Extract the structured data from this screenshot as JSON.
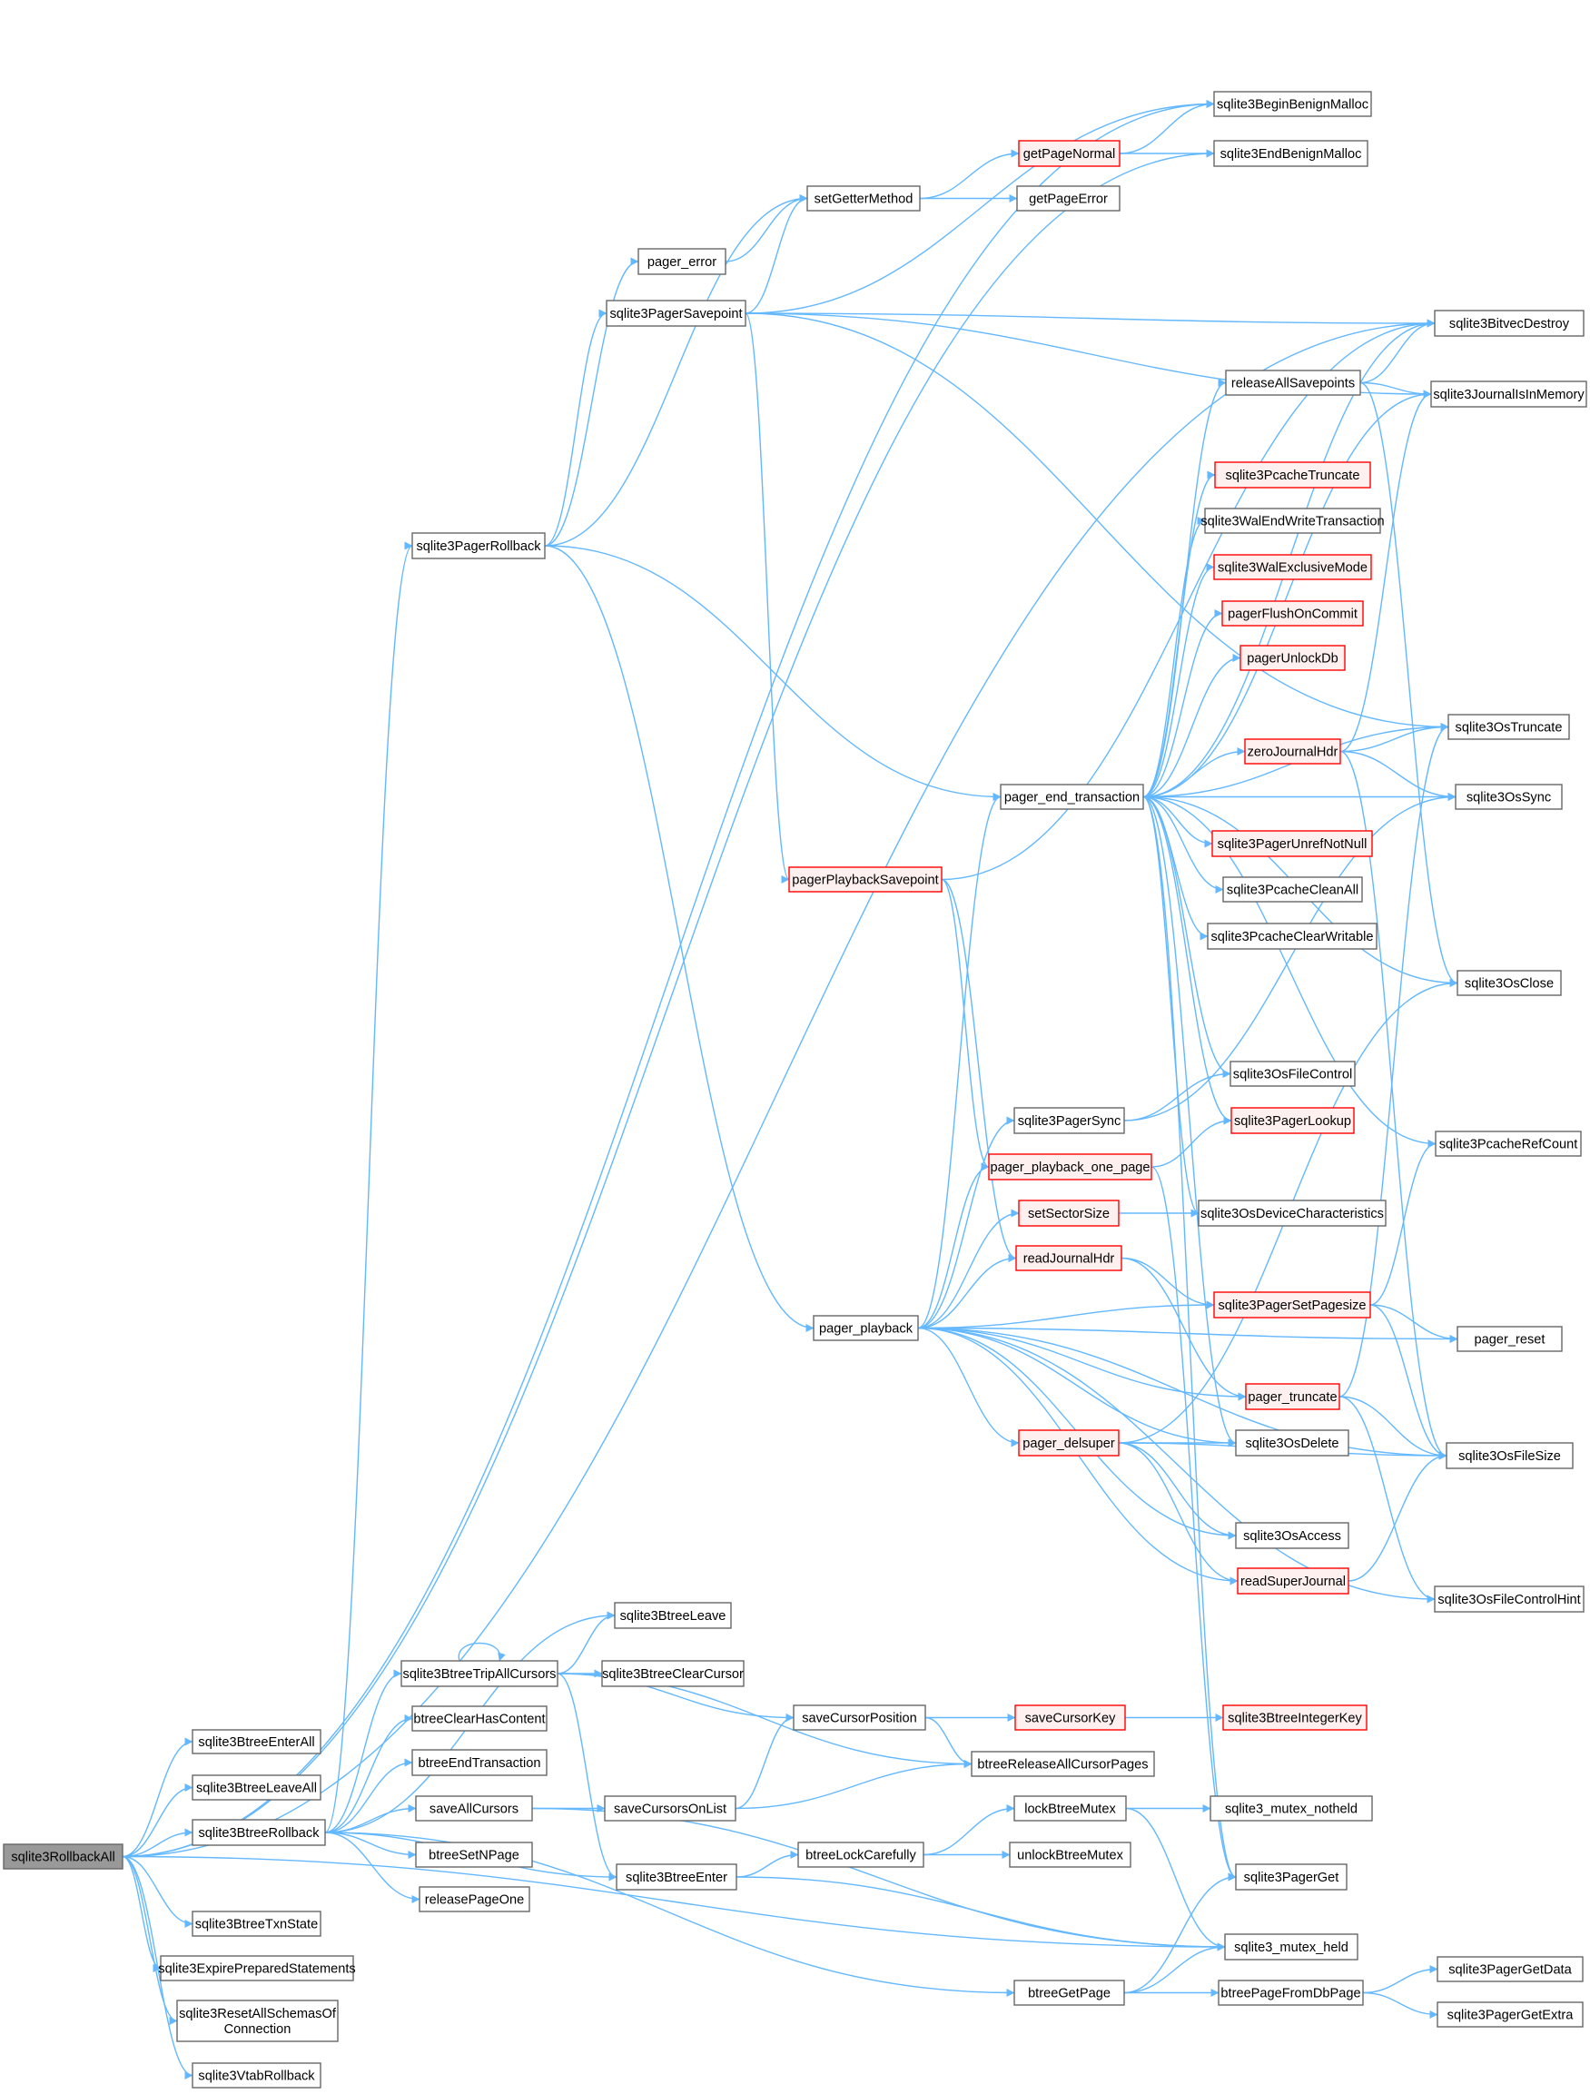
{
  "colors": {
    "edge": "#63b8ff",
    "root_fill": "#999999",
    "root_border": "#666666",
    "plain_border": "#666666",
    "red_border": "#ff0000",
    "red_fill": "#fff0f0",
    "plain_fill": "#ffffff"
  },
  "nodes": [
    {
      "id": "root",
      "label": [
        "sqlite3RollbackAll"
      ],
      "style": "root"
    },
    {
      "id": "btEnterAll",
      "label": [
        "sqlite3BtreeEnterAll"
      ],
      "style": "plain"
    },
    {
      "id": "btLeaveAll",
      "label": [
        "sqlite3BtreeLeaveAll"
      ],
      "style": "plain"
    },
    {
      "id": "btRollback",
      "label": [
        "sqlite3BtreeRollback"
      ],
      "style": "plain"
    },
    {
      "id": "btTxnState",
      "label": [
        "sqlite3BtreeTxnState"
      ],
      "style": "plain"
    },
    {
      "id": "expirePrep",
      "label": [
        "sqlite3ExpirePreparedStatements"
      ],
      "style": "plain"
    },
    {
      "id": "resetSchemas",
      "label": [
        "sqlite3ResetAllSchemasOf",
        "Connection"
      ],
      "style": "plain"
    },
    {
      "id": "vtabRollback",
      "label": [
        "sqlite3VtabRollback"
      ],
      "style": "plain"
    },
    {
      "id": "pagerRollback",
      "label": [
        "sqlite3PagerRollback"
      ],
      "style": "plain"
    },
    {
      "id": "tripAll",
      "label": [
        "sqlite3BtreeTripAllCursors"
      ],
      "style": "plain"
    },
    {
      "id": "btreeLeave",
      "label": [
        "sqlite3BtreeLeave"
      ],
      "style": "plain"
    },
    {
      "id": "clearCursor",
      "label": [
        "sqlite3BtreeClearCursor"
      ],
      "style": "plain"
    },
    {
      "id": "clearHas",
      "label": [
        "btreeClearHasContent"
      ],
      "style": "plain"
    },
    {
      "id": "endTrans",
      "label": [
        "btreeEndTransaction"
      ],
      "style": "plain"
    },
    {
      "id": "saveAll",
      "label": [
        "saveAllCursors"
      ],
      "style": "plain"
    },
    {
      "id": "setNPage",
      "label": [
        "btreeSetNPage"
      ],
      "style": "plain"
    },
    {
      "id": "releasePg1",
      "label": [
        "releasePageOne"
      ],
      "style": "plain"
    },
    {
      "id": "btEnter",
      "label": [
        "sqlite3BtreeEnter"
      ],
      "style": "plain"
    },
    {
      "id": "saveOnList",
      "label": [
        "saveCursorsOnList"
      ],
      "style": "plain"
    },
    {
      "id": "saveCurPos",
      "label": [
        "saveCursorPosition"
      ],
      "style": "plain"
    },
    {
      "id": "saveCurKey",
      "label": [
        "saveCursorKey"
      ],
      "style": "red"
    },
    {
      "id": "intKey",
      "label": [
        "sqlite3BtreeIntegerKey"
      ],
      "style": "red"
    },
    {
      "id": "relAllPages",
      "label": [
        "btreeReleaseAllCursorPages"
      ],
      "style": "plain"
    },
    {
      "id": "lockCare",
      "label": [
        "btreeLockCarefully"
      ],
      "style": "plain"
    },
    {
      "id": "lockMutex",
      "label": [
        "lockBtreeMutex"
      ],
      "style": "plain"
    },
    {
      "id": "unlockMutex",
      "label": [
        "unlockBtreeMutex"
      ],
      "style": "plain"
    },
    {
      "id": "notheld",
      "label": [
        "sqlite3_mutex_notheld"
      ],
      "style": "plain"
    },
    {
      "id": "pagerGet",
      "label": [
        "sqlite3PagerGet"
      ],
      "style": "plain"
    },
    {
      "id": "held",
      "label": [
        "sqlite3_mutex_held"
      ],
      "style": "plain"
    },
    {
      "id": "getPage",
      "label": [
        "btreeGetPage"
      ],
      "style": "plain"
    },
    {
      "id": "pageFromDb",
      "label": [
        "btreePageFromDbPage"
      ],
      "style": "plain"
    },
    {
      "id": "getData",
      "label": [
        "sqlite3PagerGetData"
      ],
      "style": "plain"
    },
    {
      "id": "getExtra",
      "label": [
        "sqlite3PagerGetExtra"
      ],
      "style": "plain"
    },
    {
      "id": "pagerError",
      "label": [
        "pager_error"
      ],
      "style": "plain"
    },
    {
      "id": "pagerSave",
      "label": [
        "sqlite3PagerSavepoint"
      ],
      "style": "plain"
    },
    {
      "id": "setGetter",
      "label": [
        "setGetterMethod"
      ],
      "style": "plain"
    },
    {
      "id": "getPageNormal",
      "label": [
        "getPageNormal"
      ],
      "style": "red"
    },
    {
      "id": "getPageError",
      "label": [
        "getPageError"
      ],
      "style": "plain"
    },
    {
      "id": "beginBenign",
      "label": [
        "sqlite3BeginBenignMalloc"
      ],
      "style": "plain"
    },
    {
      "id": "endBenign",
      "label": [
        "sqlite3EndBenignMalloc"
      ],
      "style": "plain"
    },
    {
      "id": "bitvecDestroy",
      "label": [
        "sqlite3BitvecDestroy"
      ],
      "style": "plain"
    },
    {
      "id": "journalInMem",
      "label": [
        "sqlite3JournalIsInMemory"
      ],
      "style": "plain"
    },
    {
      "id": "relAllSave",
      "label": [
        "releaseAllSavepoints"
      ],
      "style": "plain"
    },
    {
      "id": "pcacheTrunc",
      "label": [
        "sqlite3PcacheTruncate"
      ],
      "style": "red"
    },
    {
      "id": "walEndWrite",
      "label": [
        "sqlite3WalEndWriteTransaction"
      ],
      "style": "plain"
    },
    {
      "id": "walExcl",
      "label": [
        "sqlite3WalExclusiveMode"
      ],
      "style": "red"
    },
    {
      "id": "flushOnCommit",
      "label": [
        "pagerFlushOnCommit"
      ],
      "style": "red"
    },
    {
      "id": "unlockDb",
      "label": [
        "pagerUnlockDb"
      ],
      "style": "red"
    },
    {
      "id": "osTruncate",
      "label": [
        "sqlite3OsTruncate"
      ],
      "style": "plain"
    },
    {
      "id": "zeroJournal",
      "label": [
        "zeroJournalHdr"
      ],
      "style": "red"
    },
    {
      "id": "pagerEndTrans",
      "label": [
        "pager_end_transaction"
      ],
      "style": "plain"
    },
    {
      "id": "osSync",
      "label": [
        "sqlite3OsSync"
      ],
      "style": "plain"
    },
    {
      "id": "pagerPlaySave",
      "label": [
        "pagerPlaybackSavepoint"
      ],
      "style": "red"
    },
    {
      "id": "unrefNotNull",
      "label": [
        "sqlite3PagerUnrefNotNull"
      ],
      "style": "red"
    },
    {
      "id": "pcacheCleanAll",
      "label": [
        "sqlite3PcacheCleanAll"
      ],
      "style": "plain"
    },
    {
      "id": "pcacheClearW",
      "label": [
        "sqlite3PcacheClearWritable"
      ],
      "style": "plain"
    },
    {
      "id": "osClose",
      "label": [
        "sqlite3OsClose"
      ],
      "style": "plain"
    },
    {
      "id": "osFileCtrl",
      "label": [
        "sqlite3OsFileControl"
      ],
      "style": "plain"
    },
    {
      "id": "pagerSync",
      "label": [
        "sqlite3PagerSync"
      ],
      "style": "plain"
    },
    {
      "id": "pagerLookup",
      "label": [
        "sqlite3PagerLookup"
      ],
      "style": "red"
    },
    {
      "id": "refCount",
      "label": [
        "sqlite3PcacheRefCount"
      ],
      "style": "plain"
    },
    {
      "id": "playOnePage",
      "label": [
        "pager_playback_one_page"
      ],
      "style": "red"
    },
    {
      "id": "setSector",
      "label": [
        "setSectorSize"
      ],
      "style": "red"
    },
    {
      "id": "devChar",
      "label": [
        "sqlite3OsDeviceCharacteristics"
      ],
      "style": "plain"
    },
    {
      "id": "readJHdr",
      "label": [
        "readJournalHdr"
      ],
      "style": "red"
    },
    {
      "id": "pagerPlayback",
      "label": [
        "pager_playback"
      ],
      "style": "plain"
    },
    {
      "id": "setPagesize",
      "label": [
        "sqlite3PagerSetPagesize"
      ],
      "style": "red"
    },
    {
      "id": "pagerReset",
      "label": [
        "pager_reset"
      ],
      "style": "plain"
    },
    {
      "id": "pagerTrunc",
      "label": [
        "pager_truncate"
      ],
      "style": "red"
    },
    {
      "id": "delsuper",
      "label": [
        "pager_delsuper"
      ],
      "style": "red"
    },
    {
      "id": "osDelete",
      "label": [
        "sqlite3OsDelete"
      ],
      "style": "plain"
    },
    {
      "id": "osFileSize",
      "label": [
        "sqlite3OsFileSize"
      ],
      "style": "plain"
    },
    {
      "id": "osAccess",
      "label": [
        "sqlite3OsAccess"
      ],
      "style": "plain"
    },
    {
      "id": "readSuper",
      "label": [
        "readSuperJournal"
      ],
      "style": "red"
    },
    {
      "id": "fileCtrlHint",
      "label": [
        "sqlite3OsFileControlHint"
      ],
      "style": "plain"
    }
  ],
  "edges": [
    [
      "root",
      "btEnterAll"
    ],
    [
      "root",
      "btLeaveAll"
    ],
    [
      "root",
      "btRollback"
    ],
    [
      "root",
      "btTxnState"
    ],
    [
      "root",
      "expirePrep"
    ],
    [
      "root",
      "resetSchemas"
    ],
    [
      "root",
      "vtabRollback"
    ],
    [
      "root",
      "beginBenign"
    ],
    [
      "root",
      "endBenign"
    ],
    [
      "root",
      "bitvecDestroy"
    ],
    [
      "root",
      "held"
    ],
    [
      "btRollback",
      "pagerRollback"
    ],
    [
      "btRollback",
      "tripAll"
    ],
    [
      "btRollback",
      "btreeLeave"
    ],
    [
      "btRollback",
      "clearHas"
    ],
    [
      "btRollback",
      "endTrans"
    ],
    [
      "btRollback",
      "saveAll"
    ],
    [
      "btRollback",
      "setNPage"
    ],
    [
      "btRollback",
      "releasePg1"
    ],
    [
      "btRollback",
      "btEnter"
    ],
    [
      "btRollback",
      "getPage"
    ],
    [
      "tripAll",
      "tripAll"
    ],
    [
      "tripAll",
      "btreeLeave"
    ],
    [
      "tripAll",
      "clearCursor"
    ],
    [
      "tripAll",
      "saveCurPos"
    ],
    [
      "tripAll",
      "relAllPages"
    ],
    [
      "tripAll",
      "btEnter"
    ],
    [
      "saveAll",
      "saveOnList"
    ],
    [
      "saveAll",
      "held"
    ],
    [
      "saveOnList",
      "saveCurPos"
    ],
    [
      "saveOnList",
      "relAllPages"
    ],
    [
      "saveCurPos",
      "saveCurKey"
    ],
    [
      "saveCurPos",
      "relAllPages"
    ],
    [
      "saveCurKey",
      "intKey"
    ],
    [
      "btEnter",
      "lockCare"
    ],
    [
      "btEnter",
      "held"
    ],
    [
      "lockCare",
      "lockMutex"
    ],
    [
      "lockCare",
      "unlockMutex"
    ],
    [
      "lockMutex",
      "notheld"
    ],
    [
      "lockMutex",
      "held"
    ],
    [
      "getPage",
      "pagerGet"
    ],
    [
      "getPage",
      "held"
    ],
    [
      "getPage",
      "pageFromDb"
    ],
    [
      "pageFromDb",
      "getData"
    ],
    [
      "pageFromDb",
      "getExtra"
    ],
    [
      "pagerRollback",
      "pagerError"
    ],
    [
      "pagerRollback",
      "setGetter"
    ],
    [
      "pagerRollback",
      "pagerSave"
    ],
    [
      "pagerRollback",
      "pagerEndTrans"
    ],
    [
      "pagerRollback",
      "pagerPlayback"
    ],
    [
      "pagerError",
      "setGetter"
    ],
    [
      "pagerSave",
      "setGetter"
    ],
    [
      "pagerSave",
      "beginBenign"
    ],
    [
      "pagerSave",
      "bitvecDestroy"
    ],
    [
      "pagerSave",
      "journalInMem"
    ],
    [
      "pagerSave",
      "osTruncate"
    ],
    [
      "pagerSave",
      "pagerPlaySave"
    ],
    [
      "setGetter",
      "getPageNormal"
    ],
    [
      "setGetter",
      "getPageError"
    ],
    [
      "getPageNormal",
      "beginBenign"
    ],
    [
      "getPageNormal",
      "endBenign"
    ],
    [
      "pagerEndTrans",
      "bitvecDestroy"
    ],
    [
      "pagerEndTrans",
      "relAllSave"
    ],
    [
      "pagerEndTrans",
      "journalInMem"
    ],
    [
      "pagerEndTrans",
      "pcacheTrunc"
    ],
    [
      "pagerEndTrans",
      "walEndWrite"
    ],
    [
      "pagerEndTrans",
      "walExcl"
    ],
    [
      "pagerEndTrans",
      "flushOnCommit"
    ],
    [
      "pagerEndTrans",
      "unlockDb"
    ],
    [
      "pagerEndTrans",
      "zeroJournal"
    ],
    [
      "pagerEndTrans",
      "osTruncate"
    ],
    [
      "pagerEndTrans",
      "osSync"
    ],
    [
      "pagerEndTrans",
      "unrefNotNull"
    ],
    [
      "pagerEndTrans",
      "pcacheCleanAll"
    ],
    [
      "pagerEndTrans",
      "pcacheClearW"
    ],
    [
      "pagerEndTrans",
      "osClose"
    ],
    [
      "pagerEndTrans",
      "osFileCtrl"
    ],
    [
      "pagerEndTrans",
      "pagerLookup"
    ],
    [
      "pagerEndTrans",
      "refCount"
    ],
    [
      "pagerEndTrans",
      "devChar"
    ],
    [
      "pagerEndTrans",
      "osDelete"
    ],
    [
      "pagerEndTrans",
      "pagerGet"
    ],
    [
      "relAllSave",
      "bitvecDestroy"
    ],
    [
      "relAllSave",
      "journalInMem"
    ],
    [
      "relAllSave",
      "osClose"
    ],
    [
      "zeroJournal",
      "osTruncate"
    ],
    [
      "zeroJournal",
      "osSync"
    ],
    [
      "zeroJournal",
      "journalInMem"
    ],
    [
      "zeroJournal",
      "osFileSize"
    ],
    [
      "pagerPlaySave",
      "bitvecDestroy"
    ],
    [
      "pagerPlaySave",
      "playOnePage"
    ],
    [
      "pagerPlaySave",
      "readJHdr"
    ],
    [
      "pagerPlayback",
      "pagerEndTrans"
    ],
    [
      "pagerPlayback",
      "pagerSync"
    ],
    [
      "pagerPlayback",
      "playOnePage"
    ],
    [
      "pagerPlayback",
      "setSector"
    ],
    [
      "pagerPlayback",
      "readJHdr"
    ],
    [
      "pagerPlayback",
      "setPagesize"
    ],
    [
      "pagerPlayback",
      "pagerReset"
    ],
    [
      "pagerPlayback",
      "pagerTrunc"
    ],
    [
      "pagerPlayback",
      "delsuper"
    ],
    [
      "pagerPlayback",
      "osDelete"
    ],
    [
      "pagerPlayback",
      "osAccess"
    ],
    [
      "pagerPlayback",
      "readSuper"
    ],
    [
      "pagerPlayback",
      "osFileSize"
    ],
    [
      "pagerPlayback",
      "fileCtrlHint"
    ],
    [
      "pagerSync",
      "osFileCtrl"
    ],
    [
      "pagerSync",
      "osSync"
    ],
    [
      "playOnePage",
      "pagerLookup"
    ],
    [
      "playOnePage",
      "pagerGet"
    ],
    [
      "setSector",
      "devChar"
    ],
    [
      "readJHdr",
      "setPagesize"
    ],
    [
      "readJHdr",
      "pagerTrunc"
    ],
    [
      "setPagesize",
      "pagerReset"
    ],
    [
      "setPagesize",
      "osFileSize"
    ],
    [
      "setPagesize",
      "refCount"
    ],
    [
      "pagerTrunc",
      "osFileSize"
    ],
    [
      "pagerTrunc",
      "osTruncate"
    ],
    [
      "pagerTrunc",
      "fileCtrlHint"
    ],
    [
      "delsuper",
      "osDelete"
    ],
    [
      "delsuper",
      "osFileSize"
    ],
    [
      "delsuper",
      "osAccess"
    ],
    [
      "delsuper",
      "readSuper"
    ],
    [
      "delsuper",
      "osClose"
    ],
    [
      "readSuper",
      "osFileSize"
    ]
  ]
}
